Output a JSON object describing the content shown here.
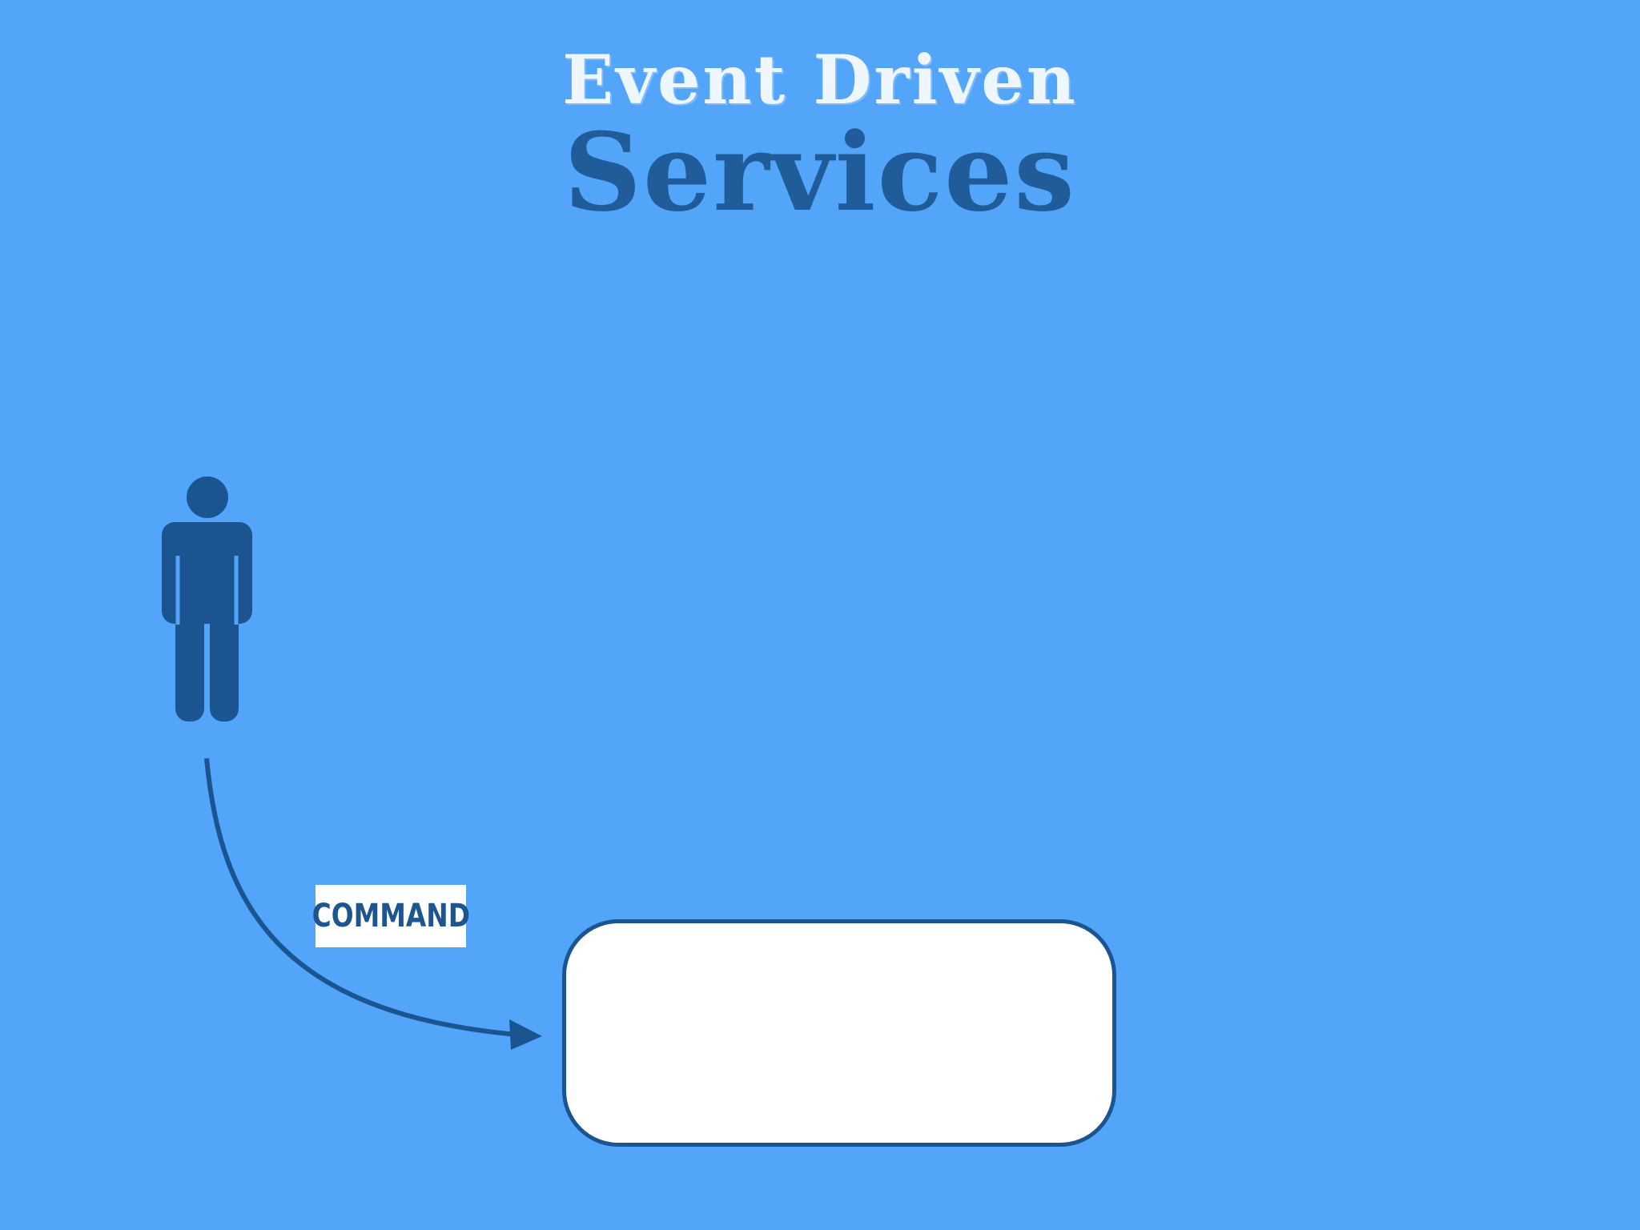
{
  "title": {
    "line1": "Event Driven",
    "line2": "Services"
  },
  "diagram": {
    "actor": "person-icon",
    "arrow_label": "COMMAND",
    "colors": {
      "background": "#52a5f9",
      "figure": "#1a5591",
      "box_fill": "#ffffff",
      "box_border": "#1a5591"
    }
  }
}
